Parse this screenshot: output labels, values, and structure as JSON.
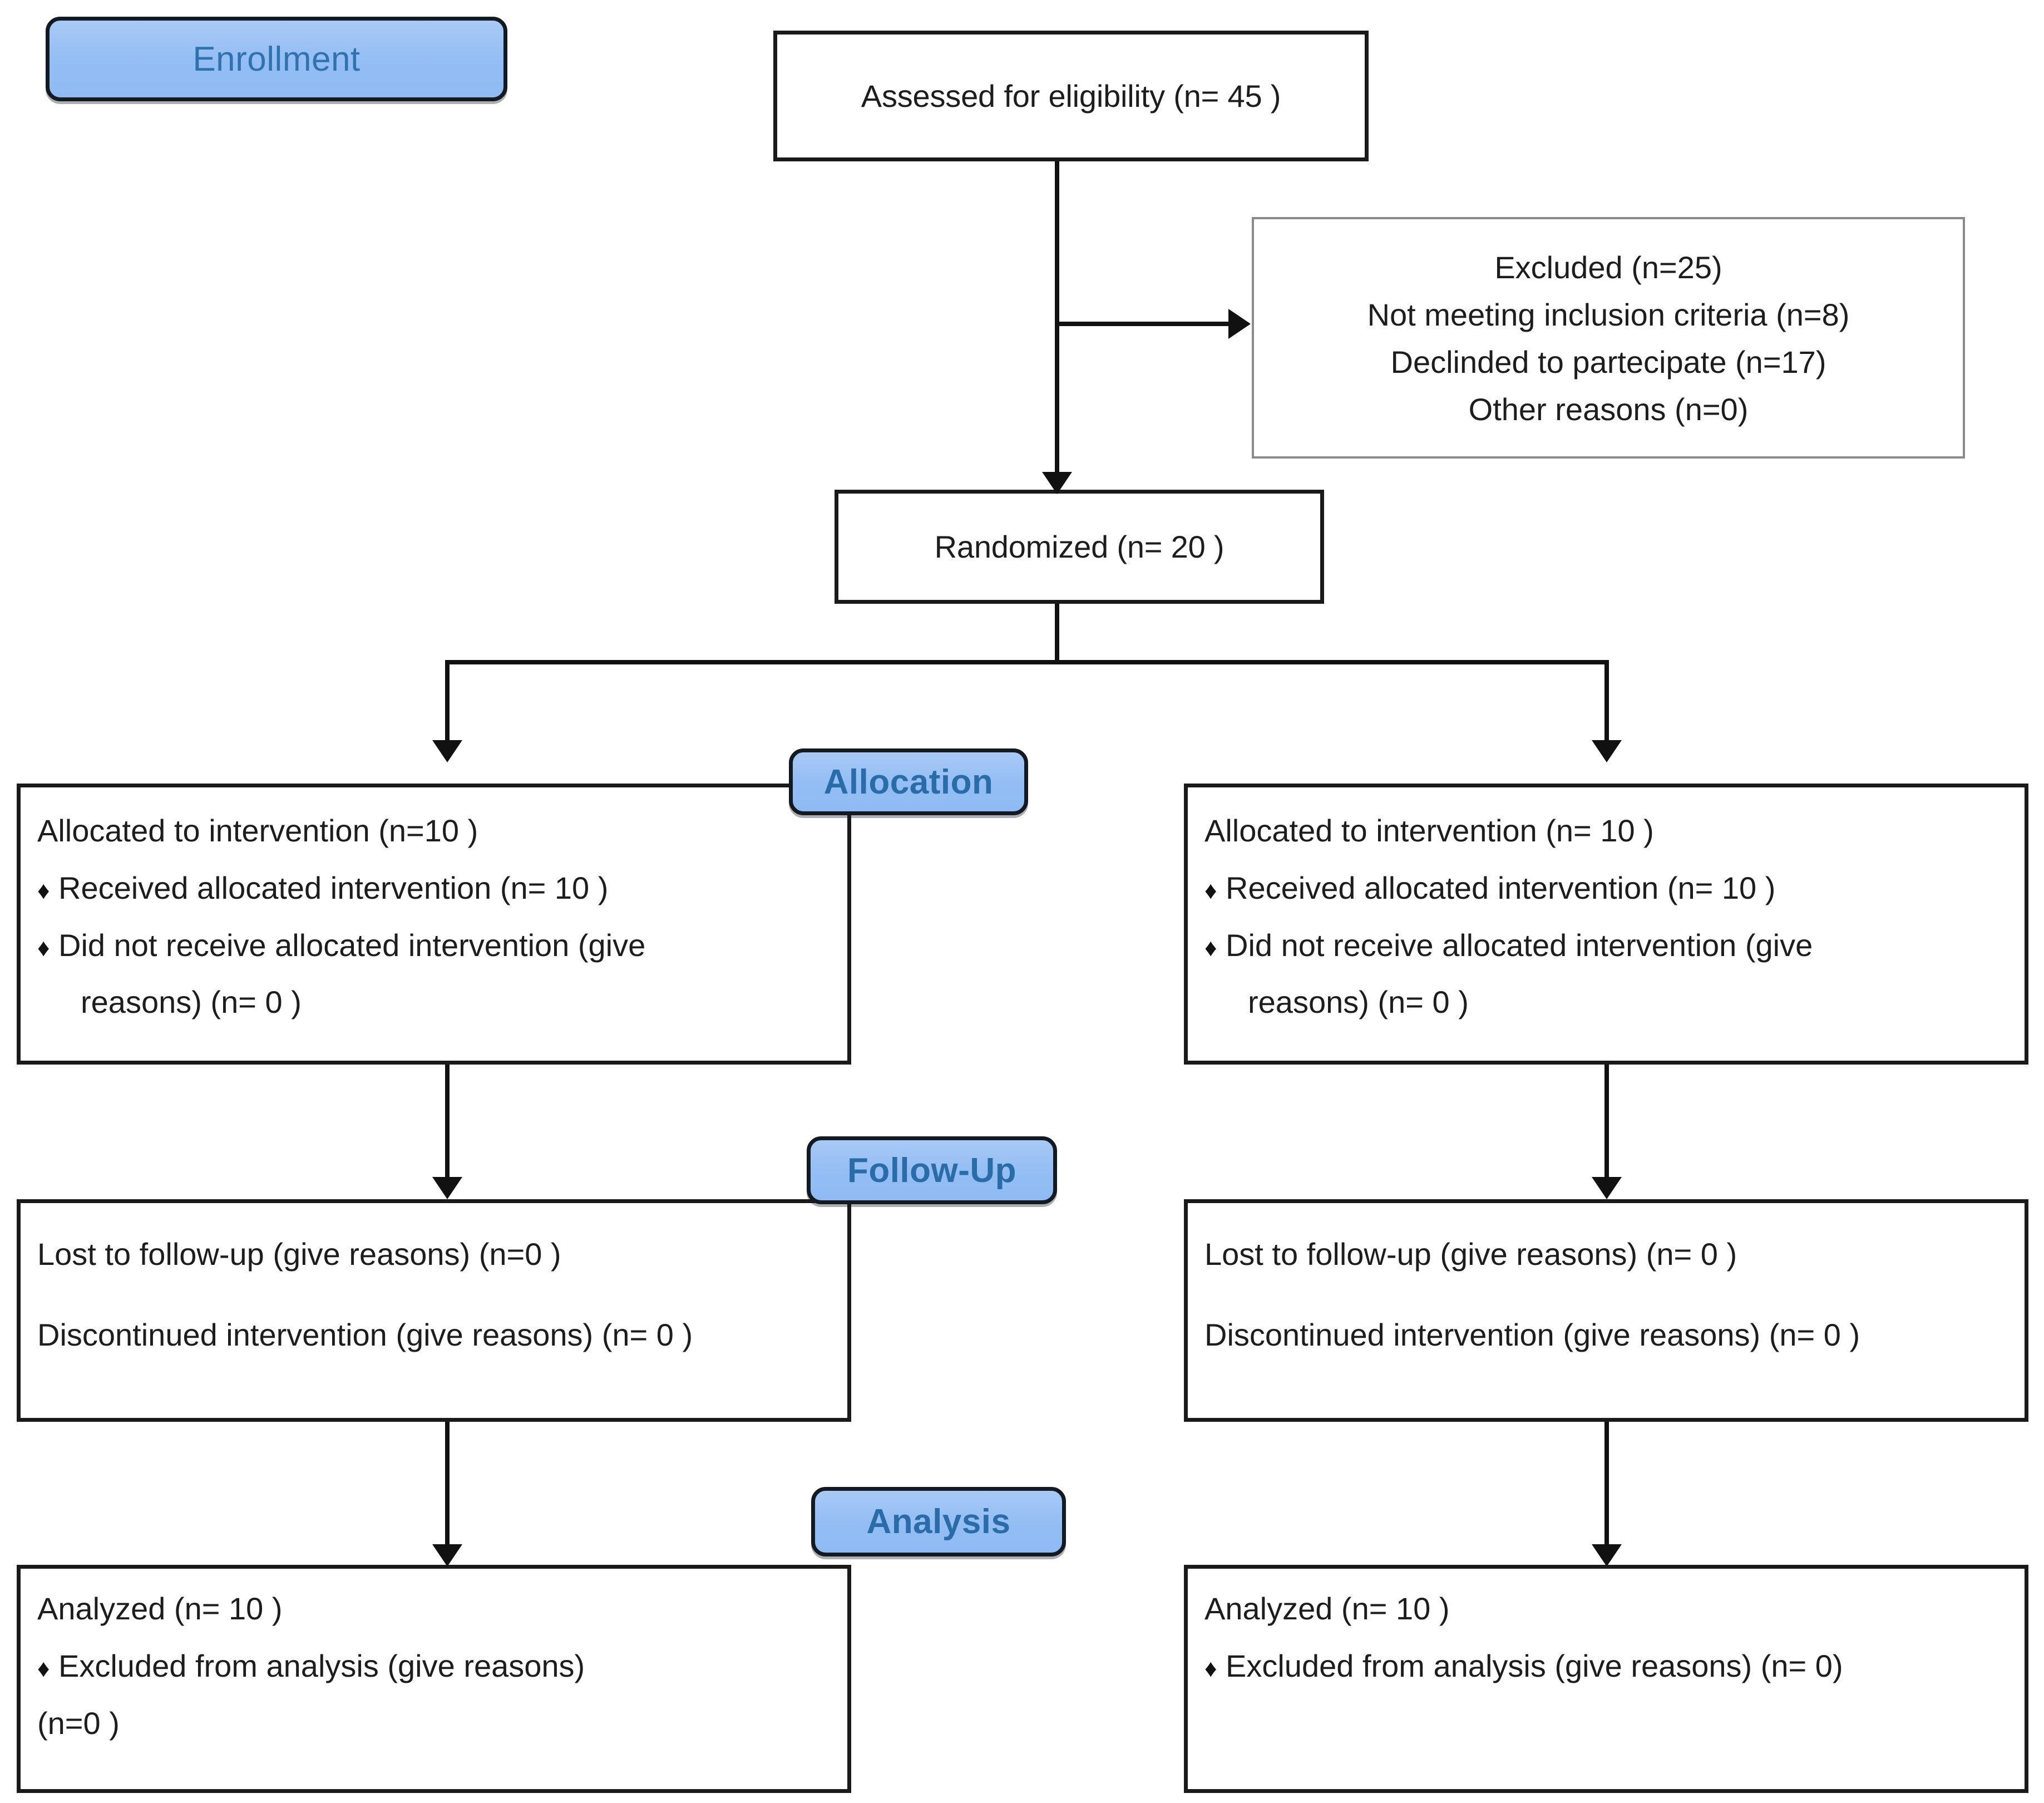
{
  "diagram": {
    "title": "CONSORT participant flow diagram",
    "accent_blue": "#93bdf4",
    "badge_text_color": "#2a6ca8",
    "line_color": "#111111",
    "box_border_color": "#1a1a1a",
    "excluded_border_color": "#8a8a8a"
  },
  "stages": {
    "enrollment": "Enrollment",
    "allocation": "Allocation",
    "followup": "Follow-Up",
    "analysis": "Analysis"
  },
  "enrollment": {
    "assessed": "Assessed for eligibility (n= 45 )",
    "randomized": "Randomized (n= 20 )",
    "excluded": {
      "heading": "Excluded (n=25)",
      "reasons": [
        "Not meeting inclusion criteria (n=8)",
        "Declinded to partecipate (n=17)",
        "Other reasons (n=0)"
      ]
    }
  },
  "allocation": {
    "left": {
      "header": "Allocated to intervention (n=10  )",
      "bullets": [
        "Received allocated intervention (n= 10 )",
        "Did not receive allocated intervention (give"
      ],
      "continuation": "reasons) (n= 0 )"
    },
    "right": {
      "header": "Allocated to intervention (n= 10 )",
      "bullets": [
        "Received allocated intervention (n= 10 )",
        "Did not receive allocated intervention (give"
      ],
      "continuation": "reasons) (n= 0 )"
    }
  },
  "followup": {
    "left": {
      "lost": "Lost to follow-up (give reasons) (n=0  )",
      "discontinued": "Discontinued intervention (give reasons) (n= 0 )"
    },
    "right": {
      "lost": "Lost to follow-up (give reasons) (n= 0 )",
      "discontinued": "Discontinued intervention (give reasons) (n= 0 )"
    }
  },
  "analysis": {
    "left": {
      "header": "Analyzed  (n= 10 )",
      "bullet": "Excluded from analysis (give reasons)",
      "continuation": "(n=0  )"
    },
    "right": {
      "header": "Analyzed  (n= 10 )",
      "bullet": "Excluded from analysis (give reasons) (n=  0)"
    }
  },
  "icons": {
    "bullet_diamond": "♦"
  },
  "chart_data": {
    "type": "diagram",
    "title": "CONSORT flow diagram",
    "nodes": [
      {
        "id": "assessed",
        "stage": "Enrollment",
        "label": "Assessed for eligibility",
        "n": 45
      },
      {
        "id": "excluded",
        "stage": "Enrollment",
        "label": "Excluded",
        "n": 25,
        "breakdown": [
          {
            "label": "Not meeting inclusion criteria",
            "n": 8
          },
          {
            "label": "Declinded to partecipate",
            "n": 17
          },
          {
            "label": "Other reasons",
            "n": 0
          }
        ]
      },
      {
        "id": "randomized",
        "stage": "Enrollment",
        "label": "Randomized",
        "n": 20
      },
      {
        "id": "alloc_left",
        "stage": "Allocation",
        "label": "Allocated to intervention",
        "n": 10,
        "received": 10,
        "not_received": 0
      },
      {
        "id": "alloc_right",
        "stage": "Allocation",
        "label": "Allocated to intervention",
        "n": 10,
        "received": 10,
        "not_received": 0
      },
      {
        "id": "fu_left",
        "stage": "Follow-Up",
        "lost": 0,
        "discontinued": 0
      },
      {
        "id": "fu_right",
        "stage": "Follow-Up",
        "lost": 0,
        "discontinued": 0
      },
      {
        "id": "an_left",
        "stage": "Analysis",
        "analyzed": 10,
        "excluded_from_analysis": 0
      },
      {
        "id": "an_right",
        "stage": "Analysis",
        "analyzed": 10,
        "excluded_from_analysis": 0
      }
    ],
    "edges": [
      {
        "from": "assessed",
        "to": "excluded"
      },
      {
        "from": "assessed",
        "to": "randomized"
      },
      {
        "from": "randomized",
        "to": "alloc_left"
      },
      {
        "from": "randomized",
        "to": "alloc_right"
      },
      {
        "from": "alloc_left",
        "to": "fu_left"
      },
      {
        "from": "alloc_right",
        "to": "fu_right"
      },
      {
        "from": "fu_left",
        "to": "an_left"
      },
      {
        "from": "fu_right",
        "to": "an_right"
      }
    ]
  }
}
